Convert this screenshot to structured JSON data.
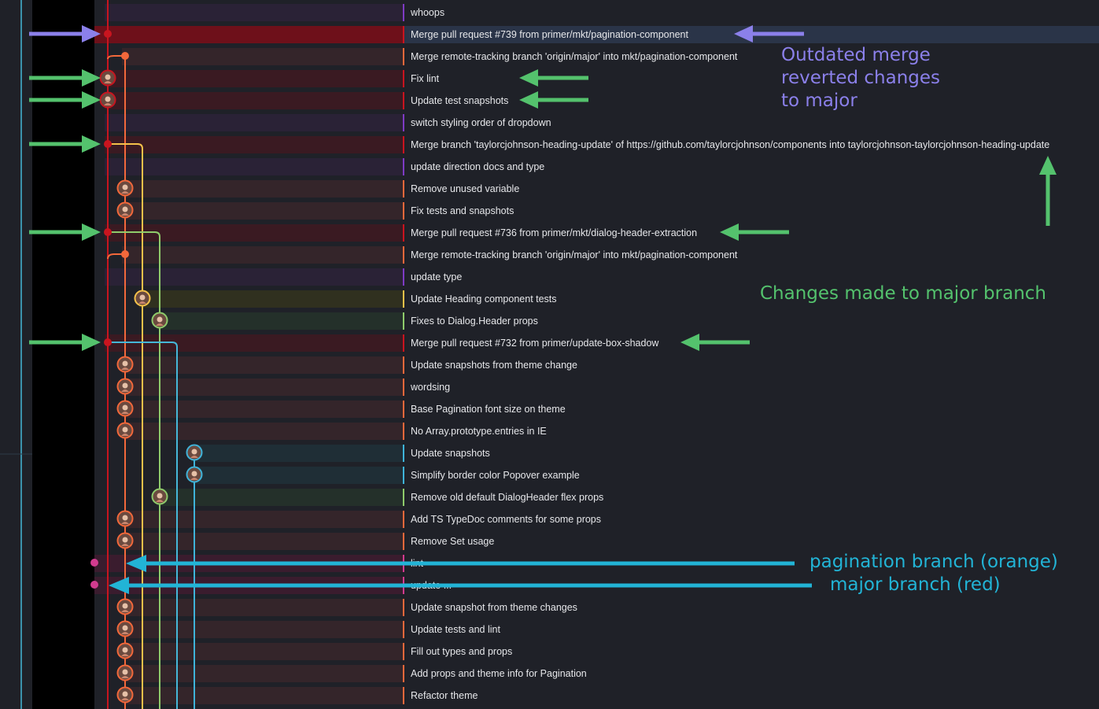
{
  "colors": {
    "major": "#c8151f",
    "pagination": "#f2683b",
    "purple": "#7e3bc4",
    "yellow": "#f4c14a",
    "green": "#8fcb6b",
    "teal": "#3fb3d9",
    "cyan": "#45b7d8",
    "annot_green": "#54c26d",
    "annot_purple": "#8b80ea",
    "annot_cyan": "#22b4d6"
  },
  "commits": [
    {
      "message": "whoops",
      "lane": "purple",
      "selected": false
    },
    {
      "message": "Merge pull request #739 from primer/mkt/pagination-component",
      "lane": "major",
      "selected": true
    },
    {
      "message": "Merge remote-tracking branch 'origin/major' into mkt/pagination-component",
      "lane": "pagination",
      "selected": false
    },
    {
      "message": "Fix lint",
      "lane": "major",
      "selected": false
    },
    {
      "message": "Update test snapshots",
      "lane": "major",
      "selected": false
    },
    {
      "message": "switch styling order of dropdown",
      "lane": "purple",
      "selected": false
    },
    {
      "message": "Merge branch 'taylorcjohnson-heading-update' of https://github.com/taylorcjohnson/components into taylorcjohnson-taylorcjohnson-heading-update",
      "lane": "major",
      "selected": false
    },
    {
      "message": "update direction docs and type",
      "lane": "purple",
      "selected": false
    },
    {
      "message": "Remove unused variable",
      "lane": "pagination",
      "selected": false
    },
    {
      "message": "Fix tests and snapshots",
      "lane": "pagination",
      "selected": false
    },
    {
      "message": "Merge pull request #736 from primer/mkt/dialog-header-extraction",
      "lane": "major",
      "selected": false
    },
    {
      "message": "Merge remote-tracking branch 'origin/major' into mkt/pagination-component",
      "lane": "pagination",
      "selected": false
    },
    {
      "message": "update type",
      "lane": "purple",
      "selected": false
    },
    {
      "message": "Update Heading component tests",
      "lane": "yellow",
      "selected": false
    },
    {
      "message": "Fixes to Dialog.Header props",
      "lane": "green",
      "selected": false
    },
    {
      "message": "Merge pull request #732 from primer/update-box-shadow",
      "lane": "major",
      "selected": false
    },
    {
      "message": "Update snapshots from theme change",
      "lane": "pagination",
      "selected": false
    },
    {
      "message": "wordsing",
      "lane": "pagination",
      "selected": false
    },
    {
      "message": "Base Pagination font size on theme",
      "lane": "pagination",
      "selected": false
    },
    {
      "message": "No Array.prototype.entries in IE",
      "lane": "pagination",
      "selected": false
    },
    {
      "message": "Update snapshots",
      "lane": "teal",
      "selected": false
    },
    {
      "message": "Simplify border color Popover example",
      "lane": "teal",
      "selected": false
    },
    {
      "message": "Remove old default DialogHeader flex props",
      "lane": "green",
      "selected": false
    },
    {
      "message": "Add TS TypeDoc comments for some props",
      "lane": "pagination",
      "selected": false
    },
    {
      "message": "Remove Set usage",
      "lane": "pagination",
      "selected": false
    },
    {
      "message": "lint",
      "lane": "magenta",
      "selected": false
    },
    {
      "message": "update ... ",
      "lane": "magenta",
      "selected": false
    },
    {
      "message": "Update snapshot from theme changes",
      "lane": "pagination",
      "selected": false
    },
    {
      "message": "Update tests and lint",
      "lane": "pagination",
      "selected": false
    },
    {
      "message": "Fill out types and props",
      "lane": "pagination",
      "selected": false
    },
    {
      "message": "Add props and theme info for Pagination",
      "lane": "pagination",
      "selected": false
    },
    {
      "message": "Refactor theme",
      "lane": "pagination",
      "selected": false
    }
  ],
  "annotations": {
    "outdated_line1": "Outdated merge",
    "outdated_line2": "reverted changes",
    "outdated_line3": "to major",
    "changes": "Changes made to major branch",
    "pagination": "pagination branch (orange)",
    "major": "major branch (red)"
  }
}
